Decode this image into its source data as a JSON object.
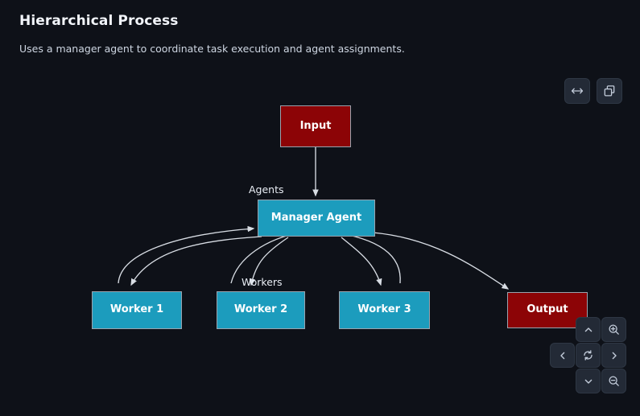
{
  "header": {
    "title": "Hierarchical Process",
    "subtitle": "Uses a manager agent to coordinate task execution and agent assignments."
  },
  "toolbar": {
    "buttons": [
      {
        "name": "fit-width-button",
        "icon": "horizontal-arrows-icon",
        "label": ""
      },
      {
        "name": "copy-button",
        "icon": "copy-icon",
        "label": ""
      }
    ]
  },
  "navpad": {
    "buttons": [
      {
        "name": "pan-up-button",
        "icon": "chevron-up-icon"
      },
      {
        "name": "zoom-in-button",
        "icon": "zoom-in-icon"
      },
      {
        "name": "pan-left-button",
        "icon": "chevron-left-icon"
      },
      {
        "name": "reset-view-button",
        "icon": "refresh-icon"
      },
      {
        "name": "pan-right-button",
        "icon": "chevron-right-icon"
      },
      {
        "name": "pan-down-button",
        "icon": "chevron-down-icon"
      },
      {
        "name": "zoom-out-button",
        "icon": "zoom-out-icon"
      }
    ]
  },
  "diagram": {
    "type": "flowchart",
    "colors": {
      "terminal_fill": "#8c0406",
      "agent_fill": "#1c9cbd",
      "node_border": "#9aa3ad",
      "edge": "#d8dde4",
      "background": "#0e1118"
    },
    "group_labels": [
      {
        "name": "group-label-agents",
        "text": "Agents"
      },
      {
        "name": "group-label-workers",
        "text": "Workers"
      }
    ],
    "nodes": [
      {
        "id": "input",
        "label": "Input",
        "kind": "terminal"
      },
      {
        "id": "manager",
        "label": "Manager Agent",
        "kind": "agent"
      },
      {
        "id": "worker1",
        "label": "Worker 1",
        "kind": "agent"
      },
      {
        "id": "worker2",
        "label": "Worker 2",
        "kind": "agent"
      },
      {
        "id": "worker3",
        "label": "Worker 3",
        "kind": "agent"
      },
      {
        "id": "output",
        "label": "Output",
        "kind": "terminal"
      }
    ],
    "edges": [
      {
        "from": "input",
        "to": "manager"
      },
      {
        "from": "manager",
        "to": "worker1"
      },
      {
        "from": "manager",
        "to": "worker2"
      },
      {
        "from": "manager",
        "to": "worker3"
      },
      {
        "from": "worker1",
        "to": "manager"
      },
      {
        "from": "worker2",
        "to": "manager"
      },
      {
        "from": "worker3",
        "to": "manager"
      },
      {
        "from": "manager",
        "to": "output"
      }
    ]
  }
}
